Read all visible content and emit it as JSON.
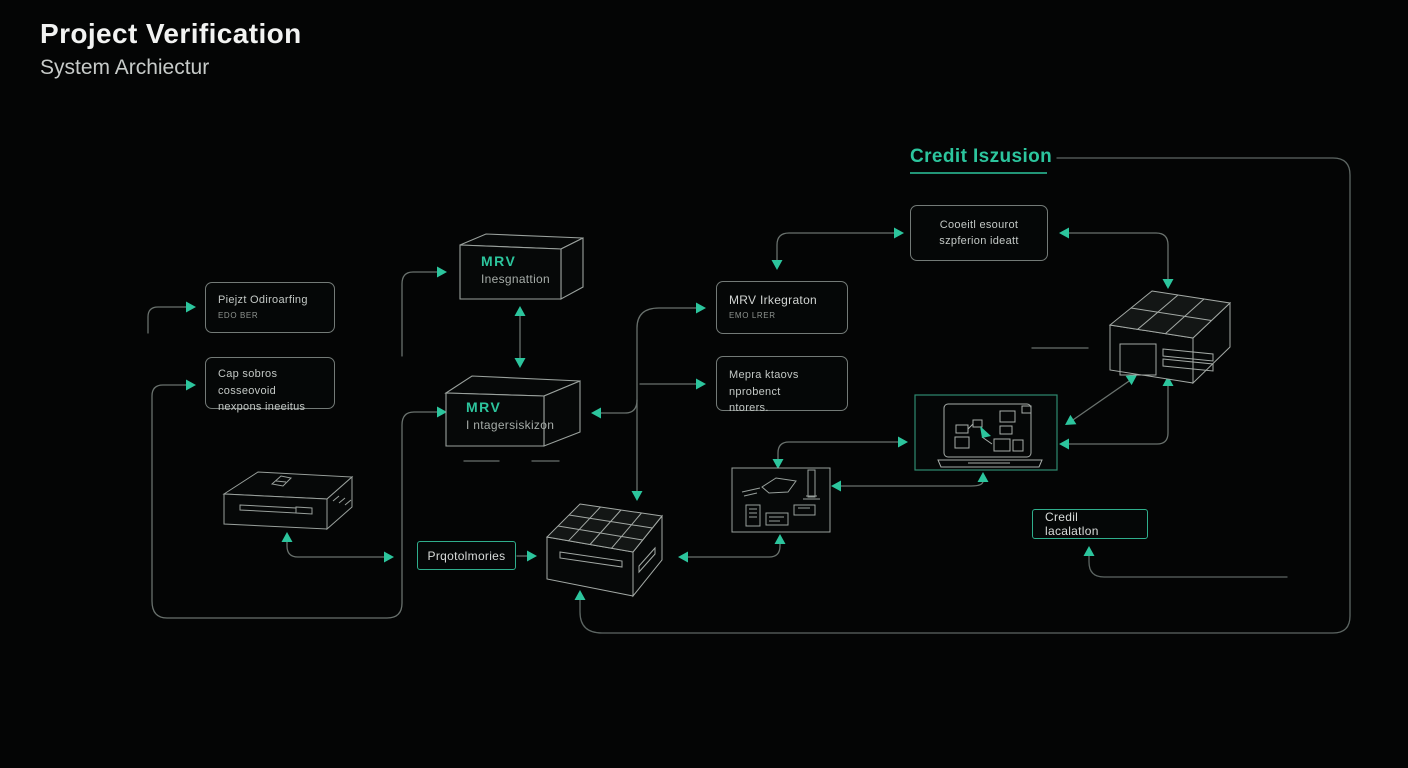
{
  "header": {
    "title": "Project Verification",
    "subtitle": "System Archiectur"
  },
  "sections": {
    "credit_issuance_heading": "Credit Iszusion"
  },
  "boxes": {
    "project_onboarding": {
      "title": "Piejzt Odiroarfing",
      "subtitle": "EDO BER"
    },
    "cap_reports": {
      "line1": "Cap sobros cosseovoid",
      "line2": "nexpons ineeitus"
    },
    "mrv_top": {
      "title": "MRV",
      "subtitle": "Inesgnattion"
    },
    "mrv_bottom": {
      "title": "MRV",
      "subtitle": "I ntagersiskizon"
    },
    "mrv_integration": {
      "title": "MRV Irkegraton",
      "subtitle": "EMO LRER"
    },
    "verification_reports": {
      "line1": "Mepra ktaovs nprobenct",
      "line2": "ntorers."
    },
    "credit_requirements": {
      "line1": "Cooeitl esourot",
      "line2": "szpferion ideatt"
    },
    "protocol": {
      "label": "Prqotolmories"
    },
    "credit_issuance": {
      "label": "Credil lacalatlon"
    }
  },
  "icons": {
    "registry_device": "registry-device-icon",
    "solar_panel_center": "solar-panel-icon",
    "sensor_kit": "sensor-kit-icon",
    "laptop_dashboard": "laptop-dashboard-icon",
    "solar_unit_right": "solar-unit-icon"
  },
  "colors": {
    "background": "#040505",
    "accent": "#2cc59d",
    "line": "#6b7370",
    "box_border": "#737a77",
    "text_light": "#f2f3f2",
    "text_dim": "#9aa09d"
  }
}
